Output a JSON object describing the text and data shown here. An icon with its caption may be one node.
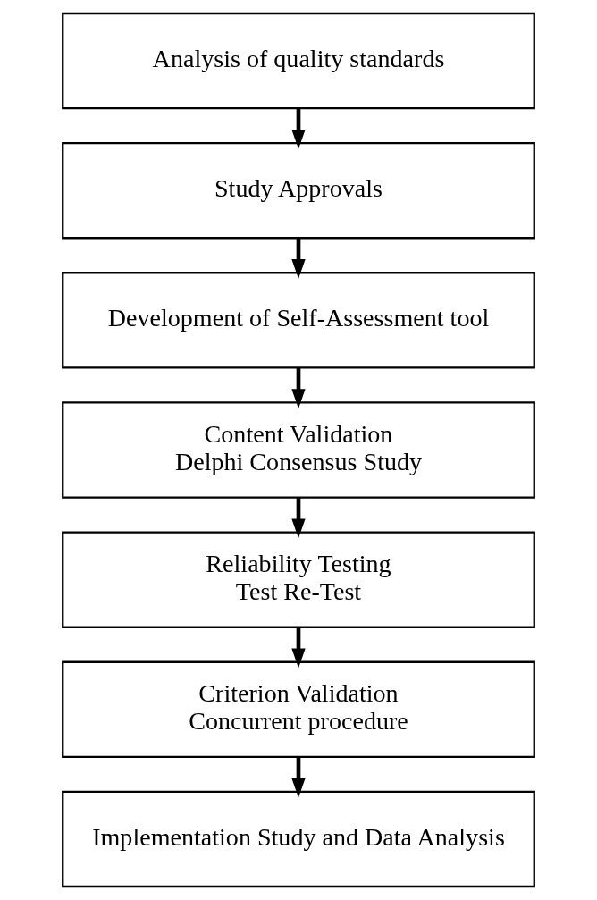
{
  "diagram": {
    "nodes": [
      {
        "text": [
          "Analysis of quality standards"
        ]
      },
      {
        "text": [
          "Study Approvals"
        ]
      },
      {
        "text": [
          "Development of Self-Assessment tool"
        ]
      },
      {
        "text": [
          "Content Validation",
          "Delphi Consensus Study"
        ]
      },
      {
        "text": [
          "Reliability Testing",
          "Test Re-Test"
        ]
      },
      {
        "text": [
          "Criterion Validation",
          "Concurrent procedure"
        ]
      },
      {
        "text": [
          "Implementation Study and Data Analysis"
        ]
      }
    ],
    "edges": [
      {
        "from": 0,
        "to": 1,
        "arrow": "to"
      },
      {
        "from": 1,
        "to": 2,
        "arrow": "to"
      },
      {
        "from": 2,
        "to": 3,
        "arrow": "to"
      },
      {
        "from": 3,
        "to": 4,
        "arrow": "to"
      },
      {
        "from": 4,
        "to": 5,
        "arrow": "to"
      },
      {
        "from": 5,
        "to": 6,
        "arrow": "to"
      }
    ]
  }
}
